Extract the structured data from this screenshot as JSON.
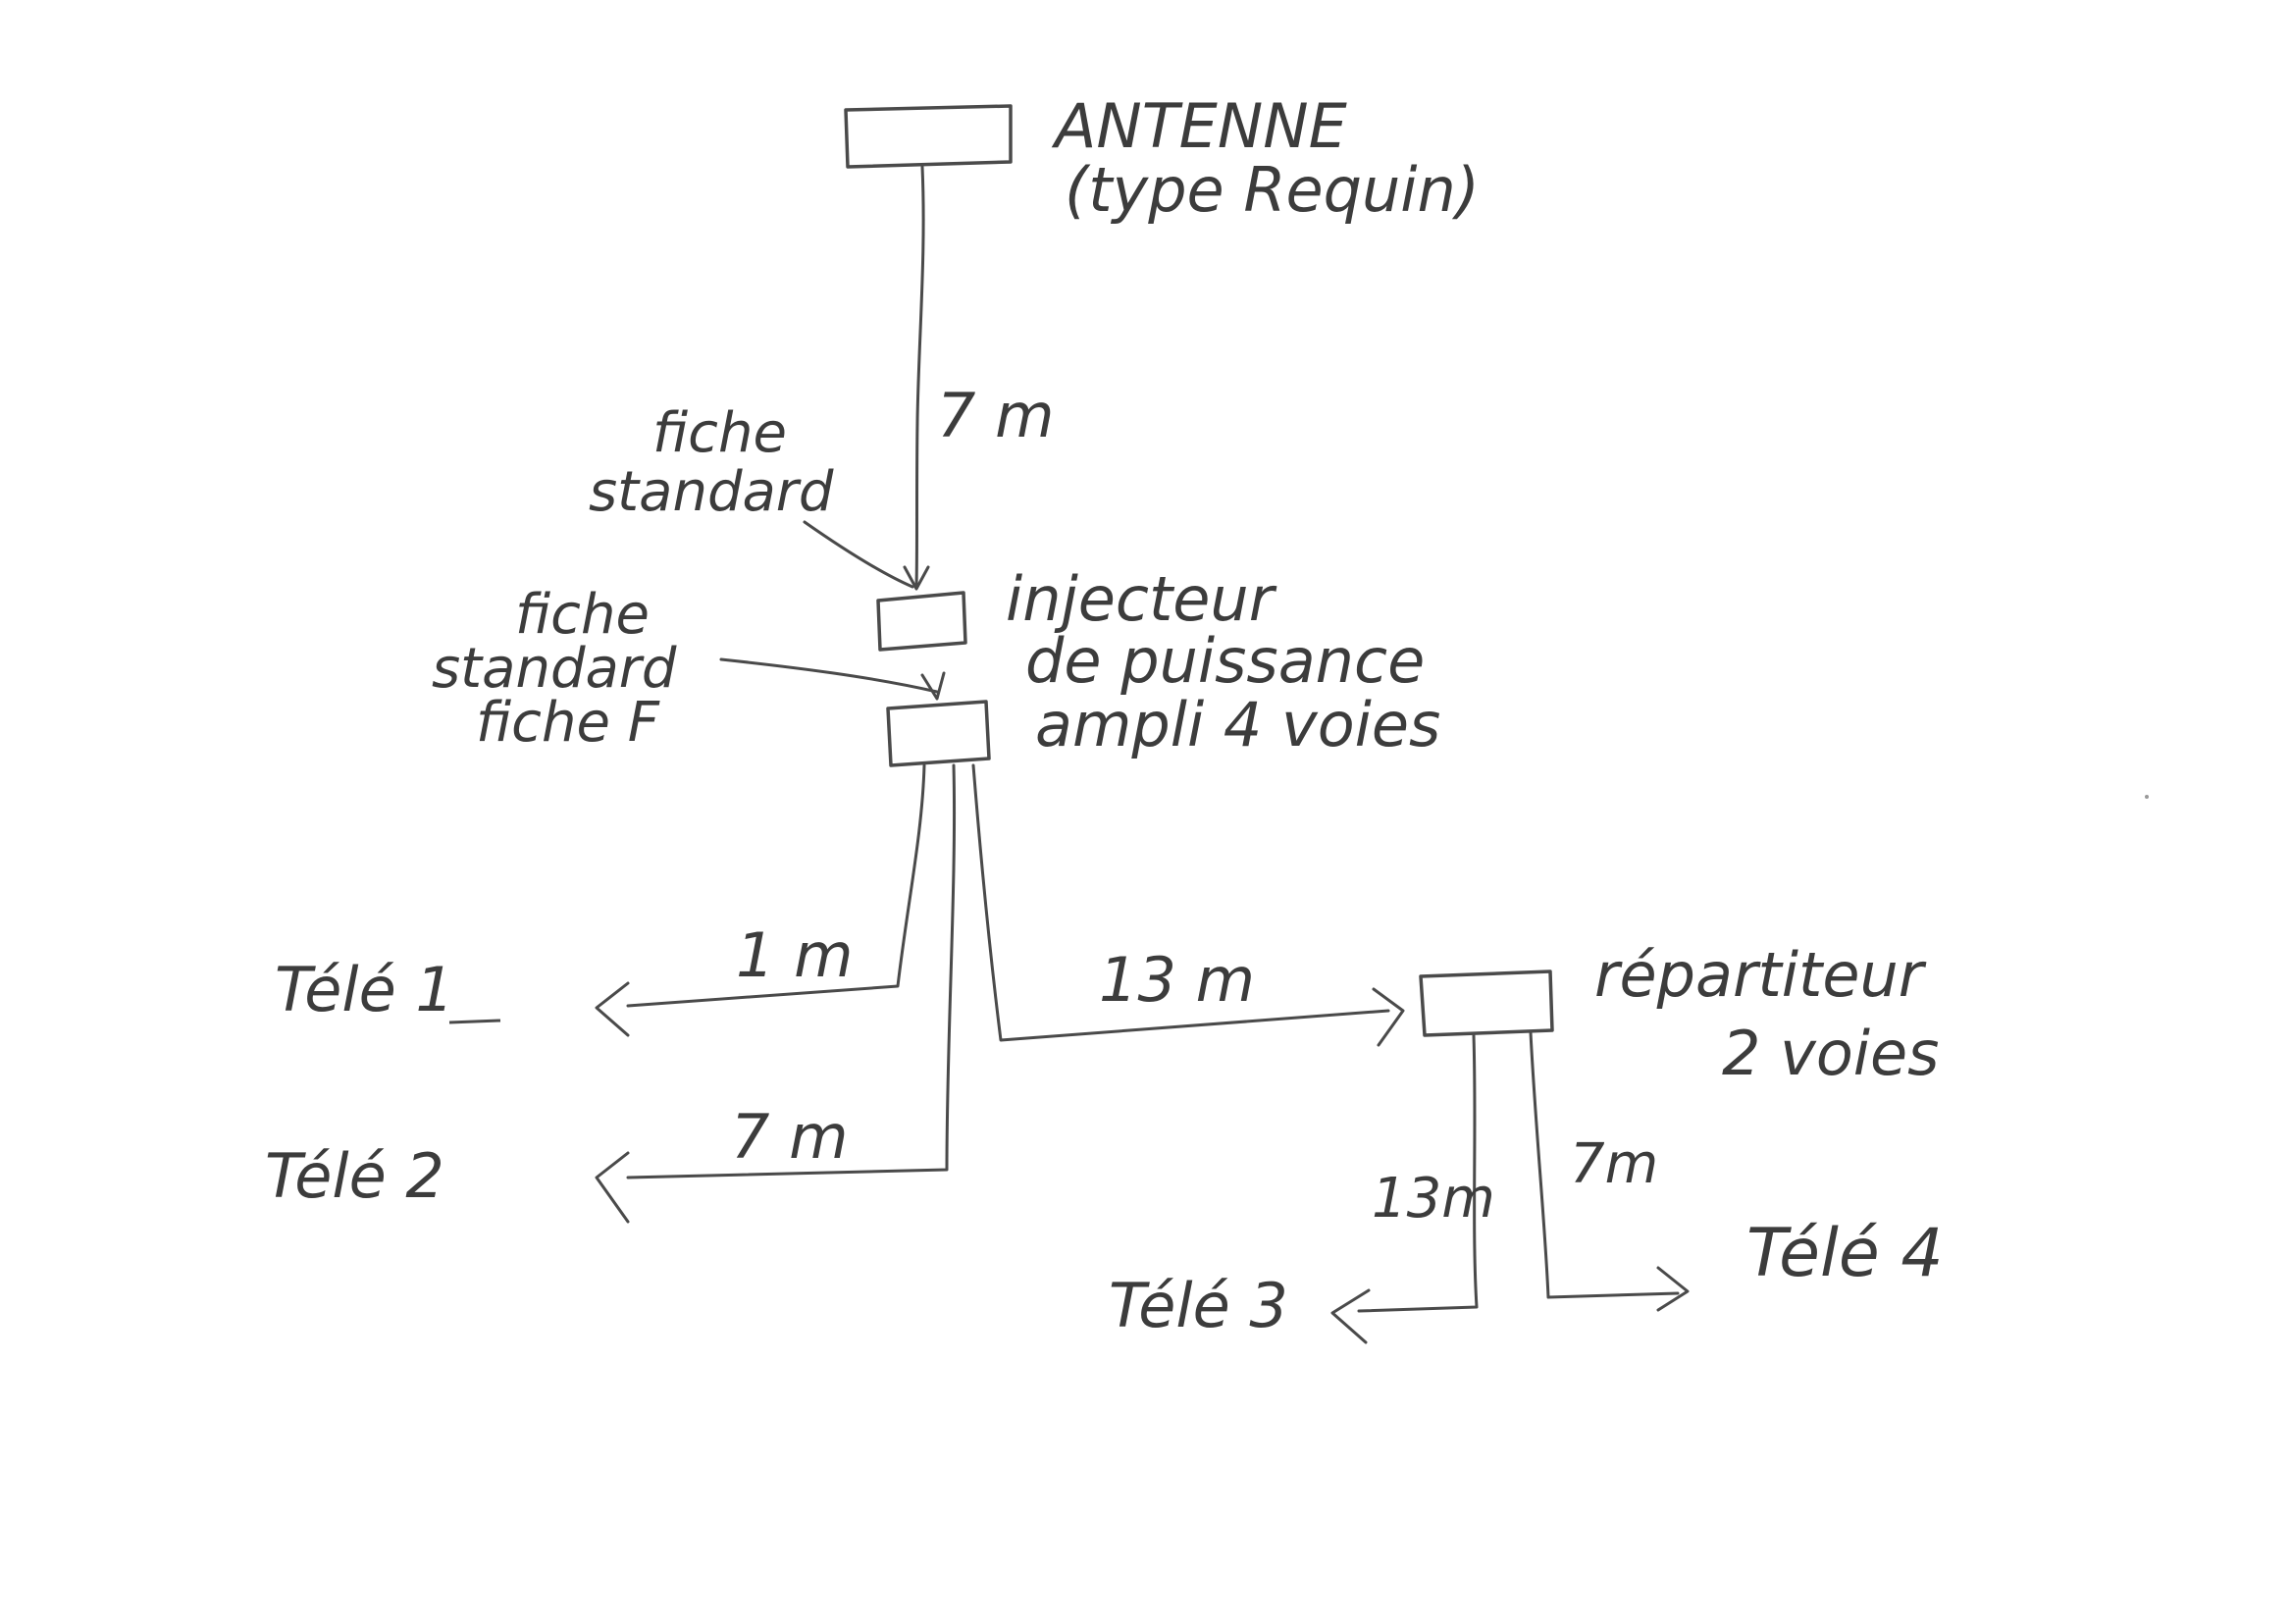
{
  "components": {
    "antenna": {
      "line1": "ANTENNE",
      "line2": "(type Requin)"
    },
    "injector": {
      "line1": "injecteur",
      "line2": "de puissance"
    },
    "amplifier": {
      "label": "ampli 4 voies"
    },
    "splitter": {
      "line1": "répartiteur",
      "line2": "2 voies"
    }
  },
  "connectors": {
    "top": {
      "line1": "fiche",
      "line2": "standard"
    },
    "bottom": {
      "line1": "fiche",
      "line2": "standard",
      "line3": "fiche F"
    }
  },
  "tvs": {
    "tv1": "Télé 1",
    "tv2": "Télé 2",
    "tv3": "Télé 3",
    "tv4": "Télé 4"
  },
  "cables": {
    "antenna_to_injector": "7 m",
    "amp_to_tv1": "1 m",
    "amp_to_tv2": "7 m",
    "amp_to_splitter": "13 m",
    "splitter_to_tv3": "13m",
    "splitter_to_tv4": "7m"
  }
}
